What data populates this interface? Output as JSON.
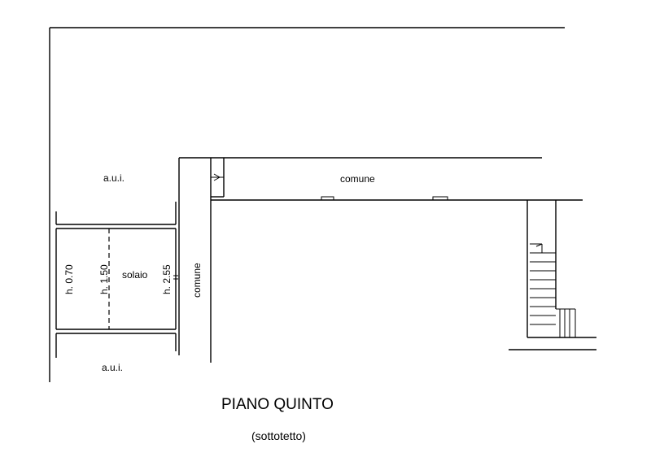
{
  "plan": {
    "title": "PIANO QUINTO",
    "subtitle": "(sottotetto)",
    "labels": {
      "aui_top": "a.u.i.",
      "aui_bottom": "a.u.i.",
      "comune_horizontal": "comune",
      "comune_vertical": "comune",
      "solaio": "solaio",
      "height_1": "h. 0.70",
      "height_2": "h. 1.50",
      "height_3": "h. 2.55"
    }
  }
}
